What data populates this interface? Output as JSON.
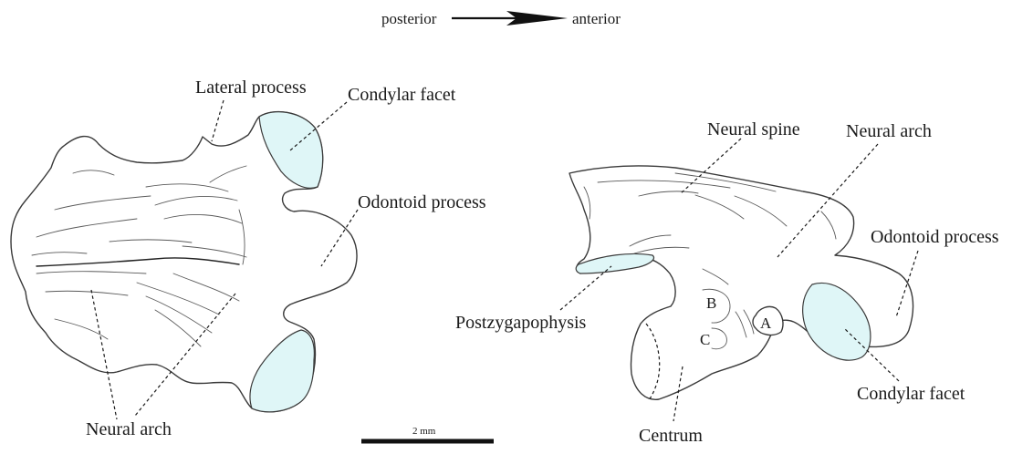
{
  "orientation": {
    "left_label": "posterior",
    "right_label": "anterior"
  },
  "left_view": {
    "labels": {
      "lateral_process": "Lateral process",
      "condylar_facet": "Condylar facet",
      "odontoid_process": "Odontoid process",
      "neural_arch": "Neural arch"
    }
  },
  "right_view": {
    "labels": {
      "neural_spine": "Neural spine",
      "neural_arch": "Neural arch",
      "odontoid_process": "Odontoid process",
      "postzygapophysis": "Postzygapophysis",
      "condylar_facet": "Condylar facet",
      "centrum": "Centrum",
      "foramen_a": "A",
      "foramen_b": "B",
      "foramen_c": "C"
    }
  },
  "scale_bar": {
    "label": "2 mm"
  },
  "colors": {
    "facet_fill": "#dff6f7",
    "outline": "#3a3a3a"
  }
}
